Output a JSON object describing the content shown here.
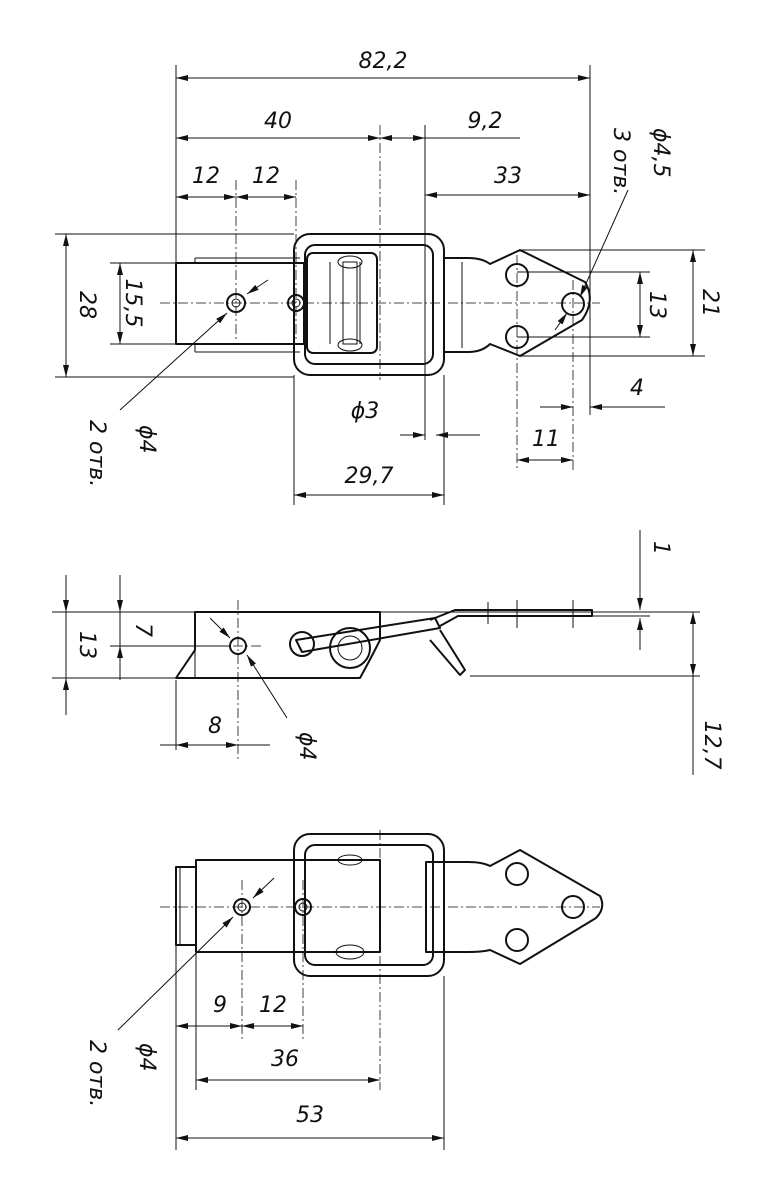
{
  "dimensions": {
    "top": {
      "overall_length": "82,2",
      "length_40": "40",
      "offset_9_2": "9,2",
      "pitch_12_a": "12",
      "pitch_12_b": "12",
      "length_33": "33",
      "hole_4_5": "ϕ4,5",
      "hole_4_5_count": "3 отв.",
      "height_28": "28",
      "height_15_5": "15,5",
      "height_13": "13",
      "height_21": "21",
      "hole_4": "ϕ4",
      "hole_4_count": "2 отв.",
      "pin_3": "ϕ3",
      "offset_4": "4",
      "pitch_11": "11",
      "width_29_7": "29,7"
    },
    "side": {
      "thickness_1": "1",
      "height_13": "13",
      "height_7": "7",
      "offset_8": "8",
      "hole_4": "ϕ4",
      "height_12_7": "12,7"
    },
    "bottom": {
      "offset_9": "9",
      "pitch_12": "12",
      "hole_4": "ϕ4",
      "hole_4_count": "2 отв.",
      "length_36": "36",
      "length_53": "53"
    }
  }
}
